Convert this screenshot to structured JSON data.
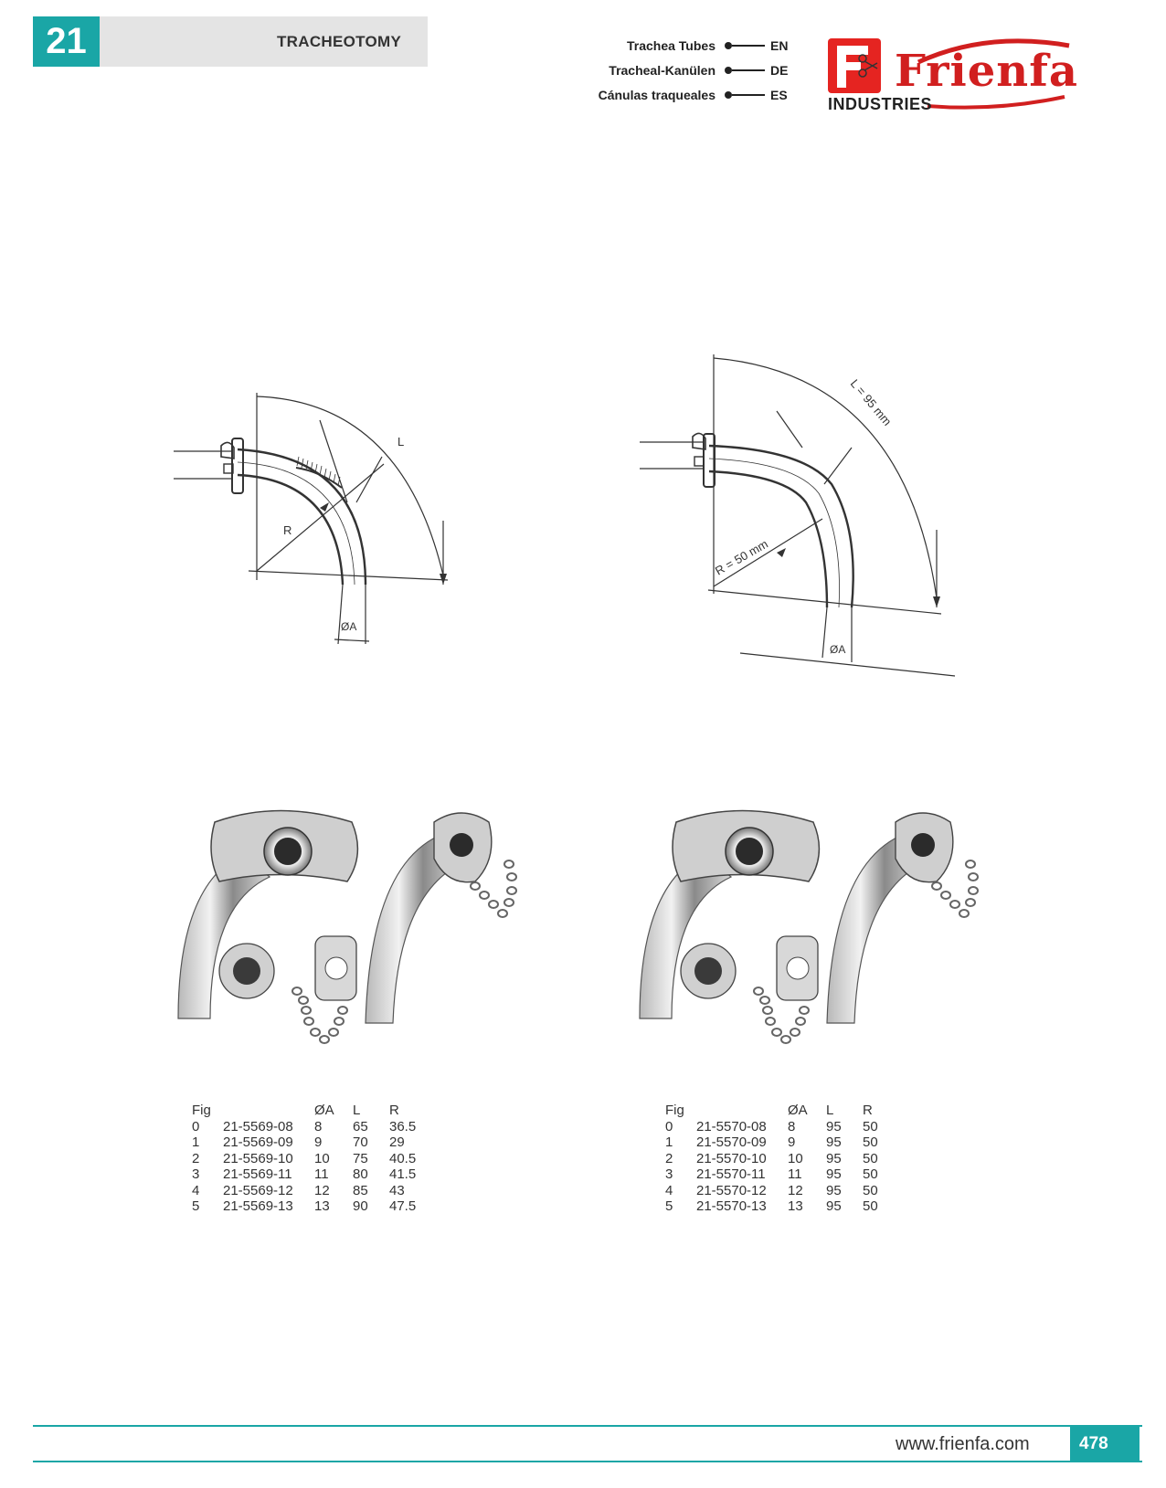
{
  "header": {
    "chapter_number": "21",
    "chapter_title": "TRACHEOTOMY",
    "languages": [
      {
        "label": "Trachea Tubes",
        "code": "EN"
      },
      {
        "label": "Tracheal-Kanülen",
        "code": "DE"
      },
      {
        "label": "Cánulas traqueales",
        "code": "ES"
      }
    ]
  },
  "logo": {
    "name": "Frienfa",
    "subtitle": "INDUSTRIES",
    "brand_color": "#e52421"
  },
  "diagram_left": {
    "label_l": "L",
    "label_r": "R",
    "label_a": "ØA"
  },
  "diagram_right": {
    "label_l": "L = 95 mm",
    "label_r": "R = 50 mm",
    "label_a": "ØA"
  },
  "table_left": {
    "headers": [
      "Fig",
      "",
      "ØA",
      "L",
      "R"
    ],
    "rows": [
      [
        "0",
        "21-5569-08",
        "8",
        "65",
        "36.5"
      ],
      [
        "1",
        "21-5569-09",
        "9",
        "70",
        "29"
      ],
      [
        "2",
        "21-5569-10",
        "10",
        "75",
        "40.5"
      ],
      [
        "3",
        "21-5569-11",
        "11",
        "80",
        "41.5"
      ],
      [
        "4",
        "21-5569-12",
        "12",
        "85",
        "43"
      ],
      [
        "5",
        "21-5569-13",
        "13",
        "90",
        "47.5"
      ]
    ]
  },
  "table_right": {
    "headers": [
      "Fig",
      "",
      "ØA",
      "L",
      "R"
    ],
    "rows": [
      [
        "0",
        "21-5570-08",
        "8",
        "95",
        "50"
      ],
      [
        "1",
        "21-5570-09",
        "9",
        "95",
        "50"
      ],
      [
        "2",
        "21-5570-10",
        "10",
        "95",
        "50"
      ],
      [
        "3",
        "21-5570-11",
        "11",
        "95",
        "50"
      ],
      [
        "4",
        "21-5570-12",
        "12",
        "95",
        "50"
      ],
      [
        "5",
        "21-5570-13",
        "13",
        "95",
        "50"
      ]
    ]
  },
  "footer": {
    "url": "www.frienfa.com",
    "page_number": "478",
    "accent_color": "#1aa6a6"
  }
}
